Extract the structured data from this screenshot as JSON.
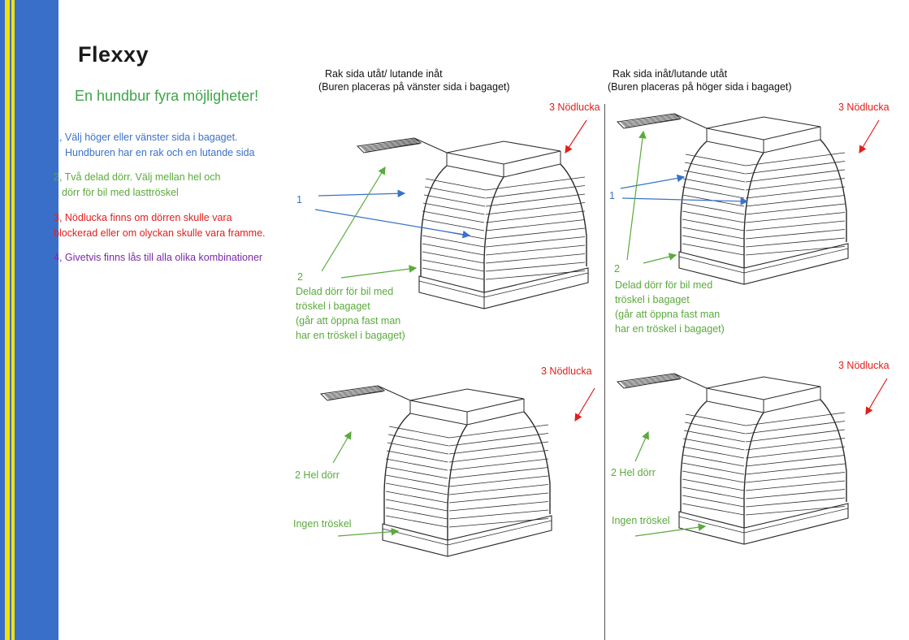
{
  "logo": "Flexxy",
  "title": "En hundbur fyra möjligheter!",
  "notes": [
    {
      "lines": [
        "1, Välj höger eller vänster sida i bagaget.",
        "Hundburen har en rak och en lutande sida"
      ]
    },
    {
      "lines": [
        "2, Två delad dörr. Välj mellan hel och",
        "dörr för bil med lasttröskel"
      ]
    },
    {
      "lines": [
        "3, Nödlucka finns om dörren skulle vara",
        "blockerad eller om olyckan skulle vara framme."
      ]
    },
    {
      "lines": [
        "4, Givetvis finns lås till alla olika kombinationer"
      ]
    }
  ],
  "left_column": {
    "heading": "Rak sida utåt/ lutande inåt",
    "subheading": "(Buren placeras  på vänster sida i bagaget)"
  },
  "right_column": {
    "heading": "Rak sida inåt/lutande utåt",
    "subheading": "(Buren placeras på höger sida i bagaget)"
  },
  "labels": {
    "nodlucka": "3 Nödlucka",
    "num_one": "1",
    "num_two": "2",
    "delad": [
      "Delad dörr för bil med",
      "tröskel i bagaget",
      "(går att öppna fast man",
      "har en tröskel i bagaget)"
    ],
    "hel_dorr": "2 Hel dörr",
    "ingen_troskel": "Ingen tröskel"
  },
  "colors": {
    "blue_stripe": "#3a6fc9",
    "yellow_stripe": "#f4e10a",
    "green": "#5aaa3c",
    "red": "#e0201c",
    "blue_text": "#3a72c8",
    "purple": "#7a2aa8"
  }
}
